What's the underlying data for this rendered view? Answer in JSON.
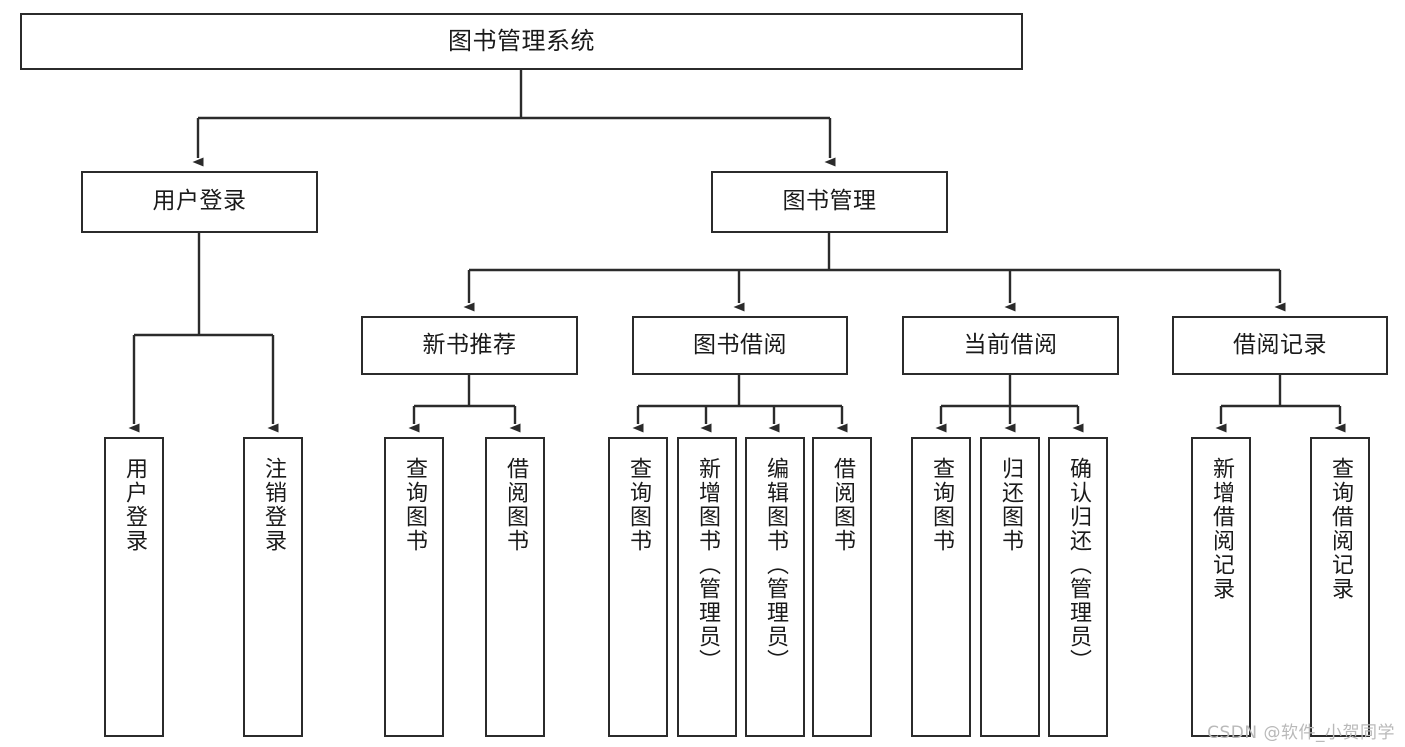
{
  "diagram": {
    "title_node": {
      "label": "图书管理系统"
    },
    "level2": [
      {
        "label": "用户登录"
      },
      {
        "label": "图书管理"
      }
    ],
    "level3": [
      {
        "label": "新书推荐"
      },
      {
        "label": "图书借阅"
      },
      {
        "label": "当前借阅"
      },
      {
        "label": "借阅记录"
      }
    ],
    "leaves": {
      "user_login": [
        {
          "label": "用户登录"
        },
        {
          "label": "注销登录"
        }
      ],
      "new_book_recommend": [
        {
          "label": "查询图书"
        },
        {
          "label": "借阅图书"
        }
      ],
      "book_borrow": [
        {
          "label": "查询图书"
        },
        {
          "label": "新增图书（管理员）"
        },
        {
          "label": "编辑图书（管理员）"
        },
        {
          "label": "借阅图书"
        }
      ],
      "current_borrow": [
        {
          "label": "查询图书"
        },
        {
          "label": "归还图书"
        },
        {
          "label": "确认归还（管理员）"
        }
      ],
      "borrow_records": [
        {
          "label": "新增借阅记录"
        },
        {
          "label": "查询借阅记录"
        }
      ]
    },
    "watermark": "CSDN @软件_小贺同学",
    "colors": {
      "stroke": "#2b2b2b",
      "background": "#ffffff",
      "text": "#1a1a1a",
      "watermark": "#b9b9b9"
    }
  }
}
